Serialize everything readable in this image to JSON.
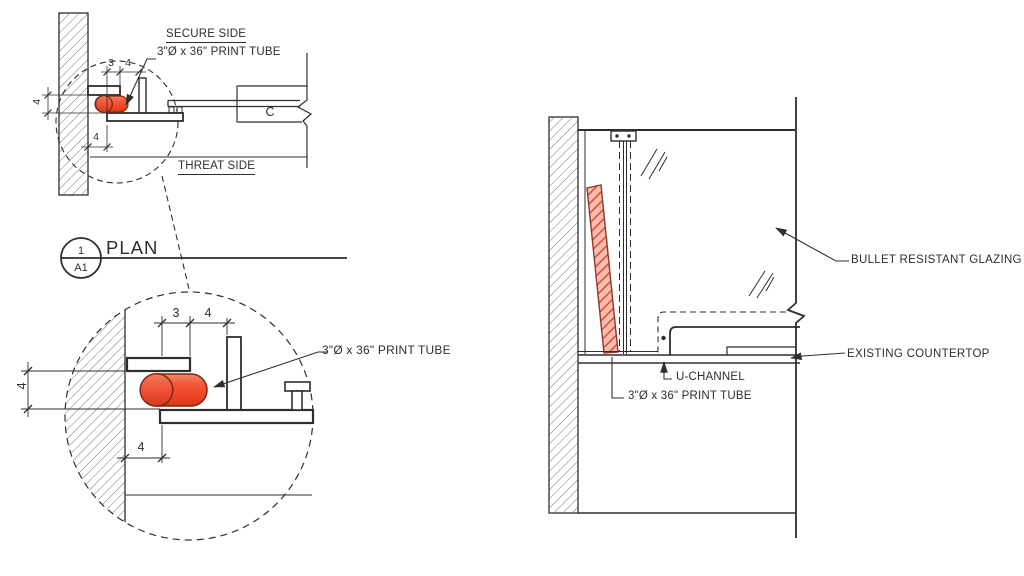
{
  "plan_detail": {
    "secure_side": "SECURE SIDE",
    "print_tube": "3\"Ø x 36\" PRINT TUBE",
    "threat_side": "THREAT SIDE",
    "counter_marker": "C",
    "dim_3": "3",
    "dim_4_top": "4",
    "dim_4_left": "4",
    "dim_4_bottom": "4"
  },
  "title_block": {
    "detail_number": "1",
    "sheet_ref": "A1",
    "view_title": "PLAN"
  },
  "enlarged_detail": {
    "print_tube": "3\"Ø x 36\" PRINT TUBE",
    "dim_3": "3",
    "dim_4_top": "4",
    "dim_4_left": "4",
    "dim_4_bottom": "4"
  },
  "section": {
    "glazing": "BULLET RESISTANT GLAZING",
    "countertop": "EXISTING COUNTERTOP",
    "u_channel": "U-CHANNEL",
    "print_tube": "3\"Ø x 36\" PRINT TUBE"
  },
  "colors": {
    "linework": "#2e2e2e",
    "tube_orange": "#f14a2c",
    "tube_hatch_red": "#dd4a30",
    "tube_fill_pink": "#f8bdae"
  }
}
